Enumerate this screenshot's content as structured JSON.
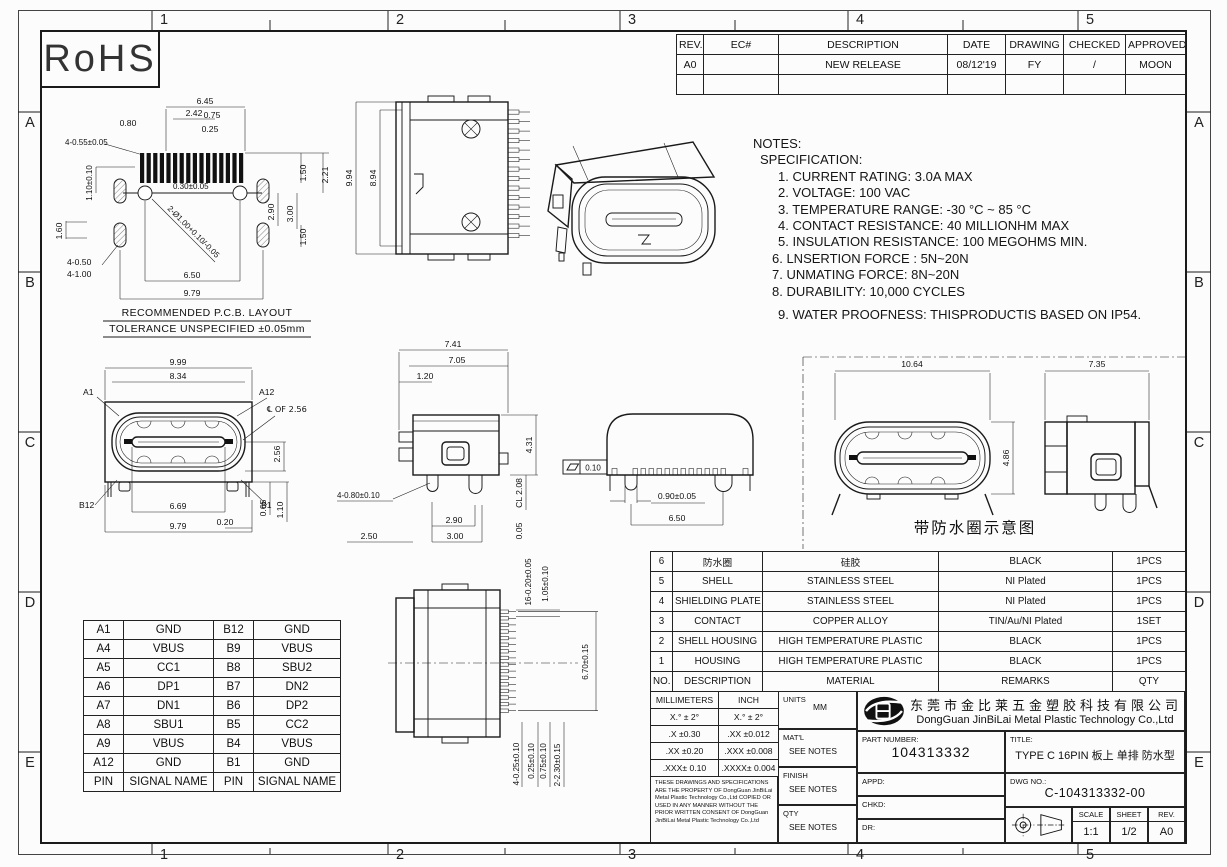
{
  "border": {
    "cols": [
      "1",
      "2",
      "3",
      "4",
      "5"
    ],
    "rows": [
      "A",
      "B",
      "C",
      "D",
      "E"
    ]
  },
  "rohs": {
    "label": "RoHS"
  },
  "revision_table": {
    "rows": [
      [
        "REV.",
        "EC#",
        "DESCRIPTION",
        "DATE",
        "DRAWING",
        "CHECKED",
        "APPROVED"
      ],
      [
        "A0",
        "",
        "NEW RELEASE",
        "08/12'19",
        "FY",
        "/",
        "MOON"
      ],
      [
        "",
        "",
        "",
        "",
        "",
        "",
        ""
      ]
    ]
  },
  "notes": {
    "title": "NOTES:",
    "subtitle": "SPECIFICATION:",
    "items": [
      "1.  CURRENT RATING:  3.0A MAX",
      "2.  VOLTAGE:  100 VAC",
      "3.  TEMPERATURE RANGE:  -30 °C ~ 85 °C",
      "4.  CONTACT RESISTANCE:  40 MILLIONHM MAX",
      "5.  INSULATION RESISTANCE:  100 MEGOHMS MIN.",
      "6.  LNSERTION FORCE :  5N~20N",
      "7.  UNMATING FORCE:  8N~20N",
      "8.  DURABILITY:    10,000 CYCLES",
      "9.  WATER PROOFNESS: THISPRODUCTIS BASED ON IP54."
    ]
  },
  "views": {
    "pcb": {
      "dims": [
        "6.45",
        "2.42",
        "0.80",
        "0.75",
        "0.25",
        "4-0.55±0.05",
        "1.50",
        "2.21",
        "1.10±0.10",
        "0.30±0.05",
        "2-Ø1.00+0.10/-0.05",
        "2.90",
        "3.00",
        "1.60",
        "1.50",
        "4-0.50",
        "4-1.00",
        "6.50",
        "9.79"
      ],
      "caption1": "RECOMMENDED   P.C.B.  LAYOUT",
      "caption2": "TOLERANCE  UNSPECIFIED  ±0.05mm"
    },
    "top": {
      "dims": [
        "9.94",
        "8.94"
      ]
    },
    "front": {
      "dims": [
        "9.99",
        "8.34",
        "A1",
        "A12",
        "℄  OF  2.56",
        "2.56",
        "B12",
        "B1",
        "6.69",
        "0.20",
        "9.79",
        "0.65",
        "1.10"
      ]
    },
    "side": {
      "dims": [
        "7.41",
        "7.05",
        "1.20",
        "4.31",
        "CL 2.08",
        "0.05",
        "4-0.80±0.10",
        "2.90",
        "2.50",
        "3.00"
      ]
    },
    "rear": {
      "dims": [
        "0.10",
        "0.90±0.05",
        "6.50"
      ]
    },
    "waterproof": {
      "dims": [
        "10.64",
        "4.86",
        "7.35"
      ],
      "caption": "带防水圈示意图"
    },
    "bottom": {
      "dims": [
        "16-0.20±0.05",
        "1.05±0.10",
        "6.70±0.15",
        "4-0.25±0.10",
        "0.25±0.10",
        "0.75±0.10",
        "2-2.30±0.15"
      ]
    }
  },
  "pin_table": {
    "rows": [
      [
        "A1",
        "GND",
        "B12",
        "GND"
      ],
      [
        "A4",
        "VBUS",
        "B9",
        "VBUS"
      ],
      [
        "A5",
        "CC1",
        "B8",
        "SBU2"
      ],
      [
        "A6",
        "DP1",
        "B7",
        "DN2"
      ],
      [
        "A7",
        "DN1",
        "B6",
        "DP2"
      ],
      [
        "A8",
        "SBU1",
        "B5",
        "CC2"
      ],
      [
        "A9",
        "VBUS",
        "B4",
        "VBUS"
      ],
      [
        "A12",
        "GND",
        "B1",
        "GND"
      ],
      [
        "PIN",
        "SIGNAL NAME",
        "PIN",
        "SIGNAL NAME"
      ]
    ]
  },
  "bom_table": {
    "rows": [
      [
        "6",
        "防水圈",
        "硅胶",
        "BLACK",
        "1PCS"
      ],
      [
        "5",
        "SHELL",
        "STAINLESS STEEL",
        "NI  Plated",
        "1PCS"
      ],
      [
        "4",
        "SHIELDING PLATE",
        "STAINLESS STEEL",
        "NI  Plated",
        "1PCS"
      ],
      [
        "3",
        "CONTACT",
        "COPPER ALLOY",
        "TIN/Au/NI Plated",
        "1SET"
      ],
      [
        "2",
        "SHELL HOUSING",
        "HIGH  TEMPERATURE  PLASTIC",
        "BLACK",
        "1PCS"
      ],
      [
        "1",
        "HOUSING",
        "HIGH  TEMPERATURE  PLASTIC",
        "BLACK",
        "1PCS"
      ],
      [
        "NO.",
        "DESCRIPTION",
        "MATERIAL",
        "REMARKS",
        "QTY"
      ]
    ]
  },
  "tolerance_table": {
    "rows": [
      [
        "MILLIMETERS",
        "INCH"
      ],
      [
        "X.°  ± 2°",
        "X.°  ± 2°"
      ],
      [
        ".X   ±0.30",
        ".XX   ±0.012"
      ],
      [
        ".XX  ±0.20",
        ".XXX  ±0.008"
      ],
      [
        ".XXX± 0.10",
        ".XXXX± 0.004"
      ]
    ],
    "legal": "THESE DRAWINGS AND SPECIFICATIONS ARE THE PROPERTY OF DongGuan JinBiLai Metal Plastic Technology Co.,Ltd COPIED OR USED IN ANY MANNER WITHOUT THE PRIOR WRITTEN CONSENT OF DongGuan JinBiLai Metal Plastic Technology Co.,Ltd"
  },
  "info_panel": {
    "units_label": "UNITS",
    "units_value": "MM",
    "matl_label": "MAT'L",
    "matl_value": "SEE NOTES",
    "finish_label": "FINISH",
    "finish_value": "SEE NOTES",
    "qty_label": "QTY",
    "qty_value": "SEE NOTES"
  },
  "title_block": {
    "company_cn": "东莞市金比莱五金塑胶科技有限公司",
    "company_en": "DongGuan JinBiLai  Metal Plastic Technology Co.,Ltd",
    "part_number_label": "PART NUMBER:",
    "part_number": "104313332",
    "title_label": "TITLE:",
    "title_value": "TYPE C 16PIN 板上 单排 防水型",
    "appd_label": "APPD:",
    "chkd_label": "CHKD:",
    "dr_label": "DR:",
    "dwg_label": "DWG NO.:",
    "dwg_no": "C-104313332-00",
    "scale_label": "SCALE",
    "scale_value": "1:1",
    "sheet_label": "SHEET",
    "sheet_value": "1/2",
    "rev_label": "REV.",
    "rev_value": "A0"
  }
}
